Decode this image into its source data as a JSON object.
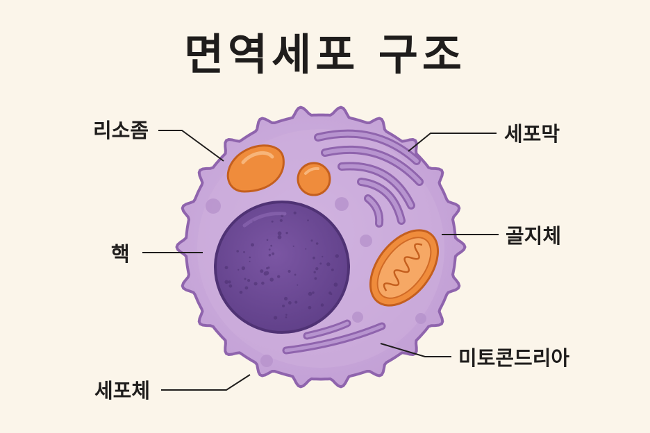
{
  "title": "면역세포 구조",
  "labels": {
    "lysosome": "리소좀",
    "membrane": "세포막",
    "golgi": "골지체",
    "nucleus": "핵",
    "mitochondria": "미토콘드리아",
    "cytoplasm": "세포체"
  },
  "colors": {
    "background": "#fbf5ea",
    "cell_body": "#c7a6d8",
    "cell_outline": "#8f64ad",
    "nucleus": "#6e4a97",
    "organelle_orange": "#ef8c3c",
    "text": "#1f1d1c"
  }
}
